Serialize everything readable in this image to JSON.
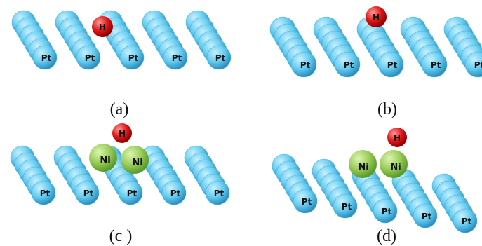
{
  "panels": [
    {
      "caption": "(a)",
      "ni_label": "",
      "h_label": "H",
      "pt_label": "Pt"
    },
    {
      "caption": "(b)",
      "ni_label": "",
      "h_label": "H",
      "pt_label": "Pt"
    },
    {
      "caption": "(c )",
      "ni_label": "Ni",
      "h_label": "H",
      "pt_label": "Pt"
    },
    {
      "caption": "(d)",
      "ni_label": "Ni",
      "h_label": "H",
      "pt_label": "Pt"
    }
  ],
  "colors": {
    "pt_fill": "#66CCF0",
    "pt_light": "#C8F0FF",
    "pt_dark": "#2A8FC0",
    "ni_fill": "#9ACD5A",
    "ni_light": "#DDF5B0",
    "ni_dark": "#5A9A2A",
    "h_fill": "#E01818",
    "h_light": "#FF9A9A",
    "h_dark": "#900000"
  }
}
